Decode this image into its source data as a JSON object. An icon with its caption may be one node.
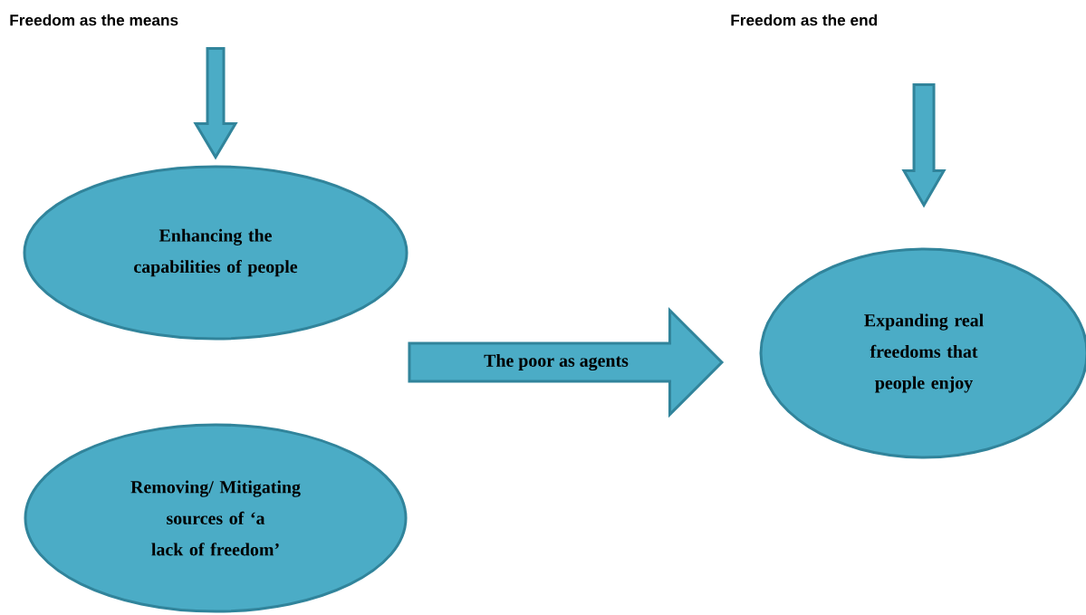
{
  "diagram": {
    "nodes": [
      {
        "text": [
          "Freedom as the means"
        ]
      },
      {
        "text": [
          "Freedom as the end"
        ]
      },
      {
        "text": [
          "Enhancing the capabilities of people"
        ]
      },
      {
        "text": [
          "Removing/ Mitigating sources of ‘a lack of freedom’"
        ]
      },
      {
        "text": [
          "The poor as agents"
        ]
      },
      {
        "text": [
          "Expanding real freedoms that people enjoy"
        ]
      }
    ],
    "edges": [
      {
        "from": 0,
        "to": 2,
        "arrow": "to"
      },
      {
        "from": 1,
        "to": 5,
        "arrow": "to"
      }
    ]
  }
}
